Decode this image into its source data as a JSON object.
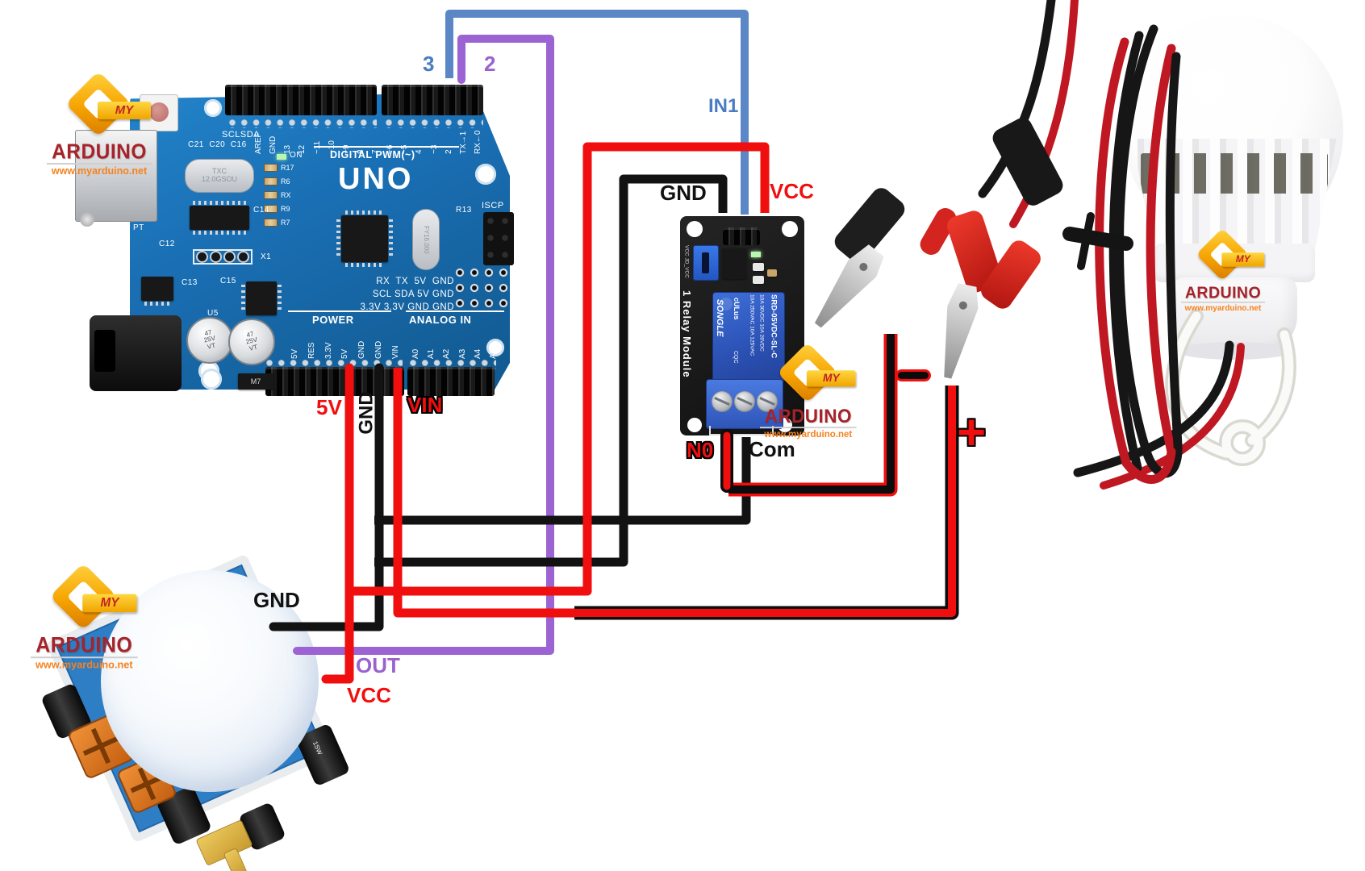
{
  "colors": {
    "wire_red": "#f10e0e",
    "wire_black": "#121212",
    "wire_blue": "#5b87c6",
    "wire_purple": "#9c64d2",
    "arduino_pcb_blue": "#1a6fb4",
    "relay_pcb_black": "#171717",
    "relay_cube_blue": "#2b51b4",
    "pir_pcb_blue": "#2e7ec6",
    "logo_gold": "#f6a301",
    "logo_dark_red": "#a6232a",
    "logo_orange": "#f58220"
  },
  "labels": {
    "pin3": "3",
    "pin2": "2",
    "in1": "IN1",
    "relay_gnd": "GND",
    "relay_vcc": "VCC",
    "five_v": "5V",
    "arduino_gnd": "GND",
    "vin": "VIN",
    "no": "N0",
    "com": "Com",
    "minus": "−",
    "plus": "+",
    "pir_gnd": "GND",
    "pir_out": "OUT",
    "pir_vcc": "VCC"
  },
  "logo": {
    "my": "MY",
    "brand": "ARDUINO",
    "url": "www.myarduino.net"
  },
  "arduino": {
    "model": "UNO",
    "digital_label": "DIGITAL PWM(~)",
    "power_label": "POWER",
    "analog_label": "ANALOG IN",
    "icsp_label": "ISCP",
    "on_label": "ON",
    "sclsda": "SCLSDA",
    "caps_top": "C21  C20  C16",
    "crystal_main": "TXC\n12.0GSOU",
    "crystal_mcu": "FY16.000",
    "cap_value": "47\n25V\nVT",
    "pins_top": [
      "AREF",
      "GND",
      "13",
      "12",
      "~11",
      "~10",
      "~9",
      "8",
      "7",
      "~6",
      "~5",
      "4",
      "~3",
      "2",
      "TX→1",
      "RX←0"
    ],
    "pins_power": [
      "5V",
      "RES",
      "3.3V",
      "5V",
      "GND",
      "GND",
      "VIN"
    ],
    "pins_analog": [
      "A0",
      "A1",
      "A2",
      "A3",
      "A4",
      "A5"
    ],
    "io_rows": [
      "RX  TX  5V  GND",
      "SCL SDA 5V GND",
      "3.3V 3.3V GND GND"
    ],
    "res_refs": [
      "R17",
      "R6",
      "RX",
      "R9",
      "R7"
    ],
    "misc": {
      "pt": "PT",
      "c12": "C12",
      "c13": "C13",
      "c15": "C15",
      "c14": "C14",
      "x1": "X1",
      "r13": "R13",
      "u5": "U5",
      "m7": "M7"
    }
  },
  "relay": {
    "title": "1 Relay Module",
    "brand": "SONGLE",
    "marks": "cULus",
    "marks2": "CQC",
    "ratings_a": "10A 250VAC 10A 125VAC",
    "ratings_b": "10A 30VDC  10A 28VDC",
    "model": "SRD-05VDC-SL-C",
    "jumper": "VCC JD_VCC"
  },
  "pir": {
    "cap_text": "1SW"
  }
}
